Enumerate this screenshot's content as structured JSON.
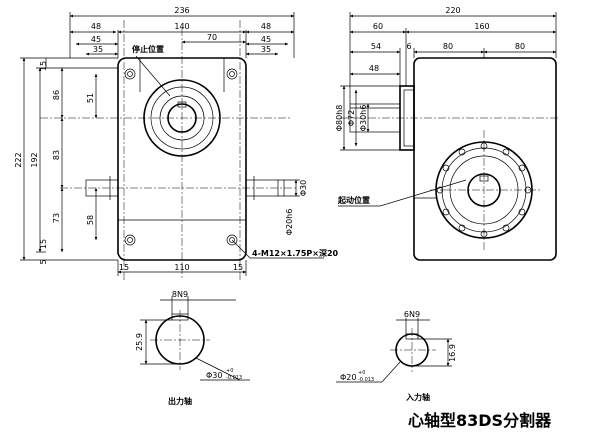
{
  "title": "心轴型83DS分割器",
  "front_view": {
    "dims_top": [
      "236",
      "48",
      "140",
      "48",
      "45",
      "70",
      "45",
      "35",
      "35"
    ],
    "dims_left": [
      "15",
      "86",
      "51",
      "222",
      "192",
      "83",
      "73",
      "58",
      "15",
      "5"
    ],
    "dims_bottom": [
      "15",
      "110",
      "15"
    ],
    "dims_right": [
      "Φ30",
      "Φ20h6"
    ],
    "label_stop": "停止位置",
    "label_bolt": "4-M12×1.75P×深20"
  },
  "side_view": {
    "dims_top": [
      "220",
      "60",
      "160",
      "54",
      "6",
      "80",
      "80",
      "48"
    ],
    "dims_left": [
      "Φ80h8",
      "Φ72",
      "Φ30h6"
    ],
    "label_start": "起动位置"
  },
  "output_shaft": {
    "key": "8N9",
    "height": "25.9",
    "diameter": "Φ30",
    "tol_upper": "+0",
    "tol_lower": "-0.013",
    "label": "出力轴"
  },
  "input_shaft": {
    "key": "6N9",
    "height": "16.9",
    "diameter": "Φ20",
    "tol_upper": "+0",
    "tol_lower": "-0.013",
    "label": "入力轴"
  }
}
